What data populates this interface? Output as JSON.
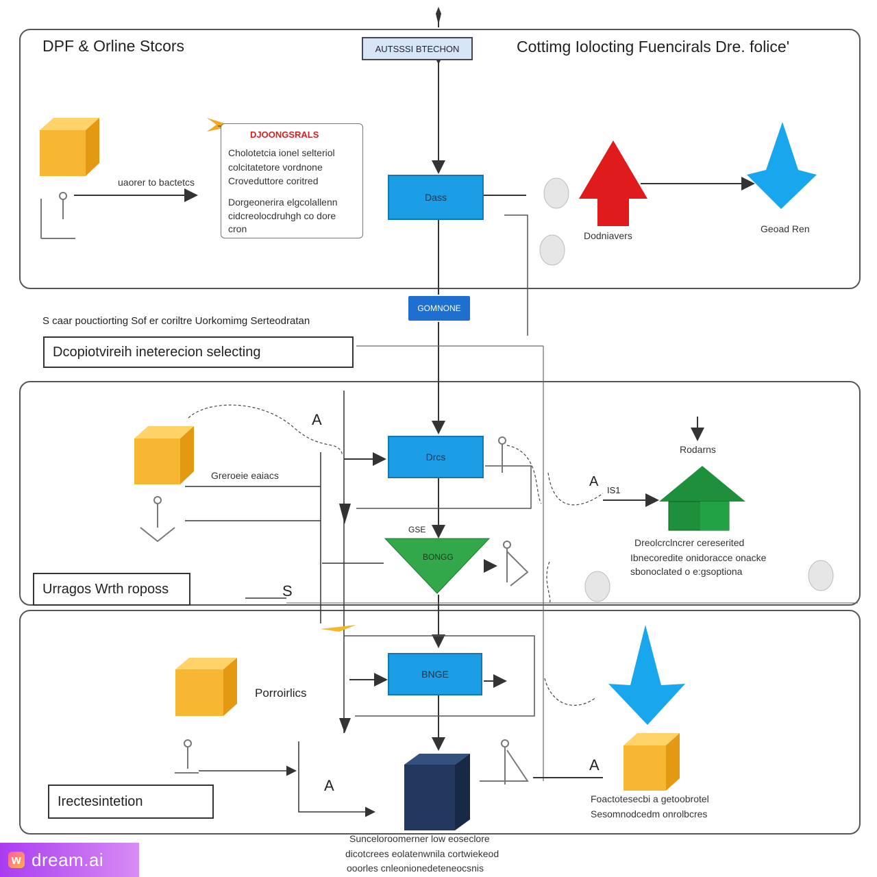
{
  "header": {
    "title_left": "DPF & Orline Stcors",
    "title_right": "Cottimg Iolocting  Fuencirals Dre. folice'",
    "top_box": "AUTSSSI BTECHON"
  },
  "section1": {
    "note_heading": "DJOONGSRALS",
    "note_lines_top": [
      "Cholotetcia ionel selteriol",
      "colcitatetore vordnone",
      "Croveduttore coritred"
    ],
    "note_lines_bottom": [
      "Dorgeonerira elgcolallenn",
      "cidcreolocdruhgh co dore",
      "cron"
    ],
    "left_label": "uaorer to bactetcs",
    "center_box": "Dass",
    "red_arrow_label": "Dodniavers",
    "blue_arrow_label": "Geoad Ren"
  },
  "middle": {
    "badge": "GOMNONE",
    "caption": "S caar pouctiorting Sof er coriltre Uorkomimg Serteodratan",
    "label_box": "Dcopiotvireih ineterecion selecting"
  },
  "section2": {
    "marker_a1": "A",
    "center_box": "Drcs",
    "left_label": "Greroeie eaiacs",
    "funnel_label": "BONGG",
    "funnel_tag": "GSE",
    "right_title": "Rodarns",
    "right_marker": "A",
    "right_tag": "IS1",
    "right_lines": [
      "Dreolcrclncrer cereserited",
      "Ibnecoredite onidoracce onacke",
      "sbonoclated o e:gsoptiona"
    ],
    "label_box": "Urragos  Wrth roposs",
    "marker_s": "S"
  },
  "section3": {
    "center_box": "BNGE",
    "left_label": "Porroirlics",
    "marker_a": "A",
    "marker_a_right": "A",
    "right_lines": [
      "Foactotesecbi a getoobrotel",
      "Sesomnodcedm onrolbcres"
    ],
    "label_box": "Irectesintetion",
    "bottom_lines": [
      "Sunceloroomerner low eoseclore",
      "dicotcrees eolatenwnila cortwiekeod",
      "ooorles cnleonionedeteneocsnis"
    ]
  },
  "brand": "dream.ai",
  "colors": {
    "blue_box": "#1c9ee6",
    "red_arrow": "#e01b1b",
    "blue_arrow": "#18a6ec",
    "green": "#1e8f3a",
    "orange": "#f5b62c",
    "navy": "#23385e"
  }
}
